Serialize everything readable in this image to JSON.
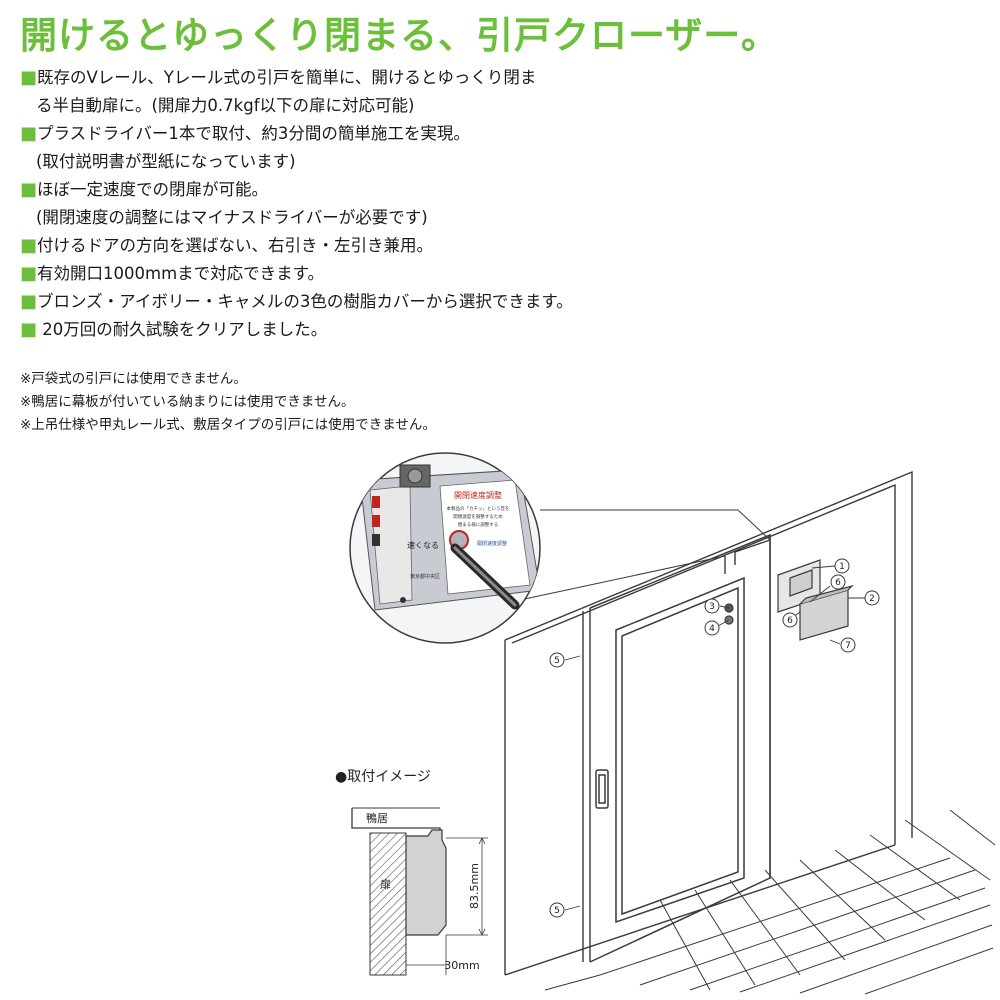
{
  "headline": "開けるとゆっくり閉まる、引戸クローザー。",
  "bullet_mark": "■",
  "features": [
    {
      "text": "既存のVレール、Yレール式の引戸を簡単に、開けるとゆっくり閉ま",
      "bullet": true
    },
    {
      "text": "る半自動扉に。(開扉力0.7kgf以下の扉に対応可能)",
      "bullet": false
    },
    {
      "text": "プラスドライバー1本で取付、約3分間の簡単施工を実現。",
      "bullet": true
    },
    {
      "text": "(取付説明書が型紙になっています)",
      "bullet": false
    },
    {
      "text": "ほぼ一定速度での閉扉が可能。",
      "bullet": true
    },
    {
      "text": "(開閉速度の調整にはマイナスドライバーが必要です)",
      "bullet": false
    },
    {
      "text": "付けるドアの方向を選ばない、右引き・左引き兼用。",
      "bullet": true
    },
    {
      "text": "有効開口1000mmまで対応できます。",
      "bullet": true
    },
    {
      "text": "ブロンズ・アイボリー・キャメルの3色の樹脂カバーから選択できます。",
      "bullet": true
    },
    {
      "text": " 20万回の耐久試験をクリアしました。",
      "bullet": true
    }
  ],
  "notes": [
    "※戸袋式の引戸には使用できません。",
    "※鴨居に幕板が付いている納まりには使用できません。",
    "※上吊仕様や甲丸レール式、敷居タイプの引戸には使用できません。"
  ],
  "install": {
    "title": "●取付イメージ",
    "kamoi": "鴨居",
    "door": "扉",
    "height_dim": "83.5mm",
    "width_dim": "30mm"
  },
  "callouts": {
    "n1": "1",
    "n2": "2",
    "n3": "3",
    "n4": "4",
    "n5a": "5",
    "n5b": "5",
    "n6a": "6",
    "n6b": "6",
    "n7": "7"
  },
  "zoom_label": {
    "title": "開閉速度調整",
    "line1": "本製品の「カチッ」という音を",
    "line2": "開閉速度を調整するため",
    "line3": "閉まる様に調整する",
    "slow": "速くなる",
    "side": "開閉速度調整",
    "bottom": "東京都中央区"
  },
  "colors": {
    "green": "#6cbf3a",
    "line": "#3a3a3a",
    "label_red": "#c0241c",
    "label_blue": "#2a4e9c",
    "metal": "#c8ccd2"
  }
}
